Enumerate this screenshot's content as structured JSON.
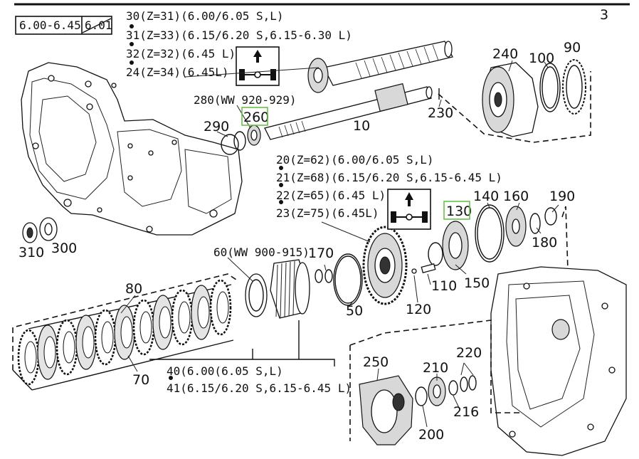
{
  "page": {
    "page_number": "3",
    "model_range": "6.00-6.45",
    "revision": "6.01"
  },
  "colors": {
    "highlight": "#6ac04a",
    "line": "#111111"
  },
  "labels": {
    "gear_30": "30(Z=31)(6.00/6.05 S,L)",
    "gear_31": "31(Z=33)(6.15/6.20 S,6.15-6.30 L)",
    "gear_32": "32(Z=32)(6.45 L)",
    "gear_24": "24(Z=34)(6.45L)",
    "part_280": "280(WW 920-929)",
    "gear_20": "20(Z=62)(6.00/6.05 S,L)",
    "gear_21": "21(Z=68)(6.15/6.20 S,6.15-6.45 L)",
    "gear_22": "22(Z=65)(6.45 L)",
    "gear_23": "23(Z=75)(6.45L)",
    "part_60": "60(WW 900-915)",
    "part_40": "40(6.00(6.05 S,L)",
    "part_41": "41(6.15/6.20 S,6.15-6.45 L)"
  },
  "callouts": {
    "c10": "10",
    "c90": "90",
    "c100": "100",
    "c240": "240",
    "c230": "230",
    "c260": "260",
    "c290": "290",
    "c310": "310",
    "c300": "300",
    "c130": "130",
    "c140": "140",
    "c160": "160",
    "c190": "190",
    "c180": "180",
    "c170": "170",
    "c150": "150",
    "c110": "110",
    "c120": "120",
    "c50": "50",
    "c80": "80",
    "c70": "70",
    "c250": "250",
    "c210": "210",
    "c220": "220",
    "c216": "216",
    "c200": "200"
  },
  "icons": {
    "four_wheel_drive": "4wd-axle-icon"
  }
}
